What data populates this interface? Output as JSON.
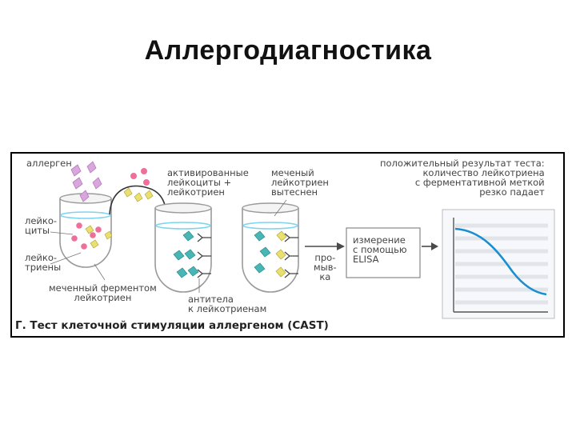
{
  "slide": {
    "title": "Аллергодиагностика"
  },
  "figure": {
    "labels": {
      "allergen": "аллерген",
      "leukocytes": "лейко-\nциты",
      "leukotrienes": "лейко-\nтриены",
      "enzyme_labeled": "меченный ферментом\nлейкотриен",
      "activated": "активированные\nлейкоциты +\nлейкотриен",
      "labeled_displaced": "меченый\nлейкотриен\nвытеснен",
      "antibodies": "антитела\nк лейкотриенам",
      "wash": "про-\nмыв-\nка",
      "measurement": "измерение\nс помощью\nELISA",
      "positive_result": "положительный результат теста:\nколичество лейкотриена\nс ферментативной меткой\nрезко падает"
    },
    "caption": "Г. Тест клеточной стимуляции аллергеном (CAST)",
    "colors": {
      "frame": "#000000",
      "allergen": "#d9a6dd",
      "leukocyte": "#ef6f9b",
      "leukotriene": "#e9e070",
      "labeled": "#49b6b6",
      "curve": "#1a8fd0",
      "liquid": "#7fd4ee",
      "arrow": "#4a4a4a"
    },
    "icons": [
      "right-arrow-icon",
      "curved-arrow-icon",
      "antibody-icon"
    ]
  }
}
